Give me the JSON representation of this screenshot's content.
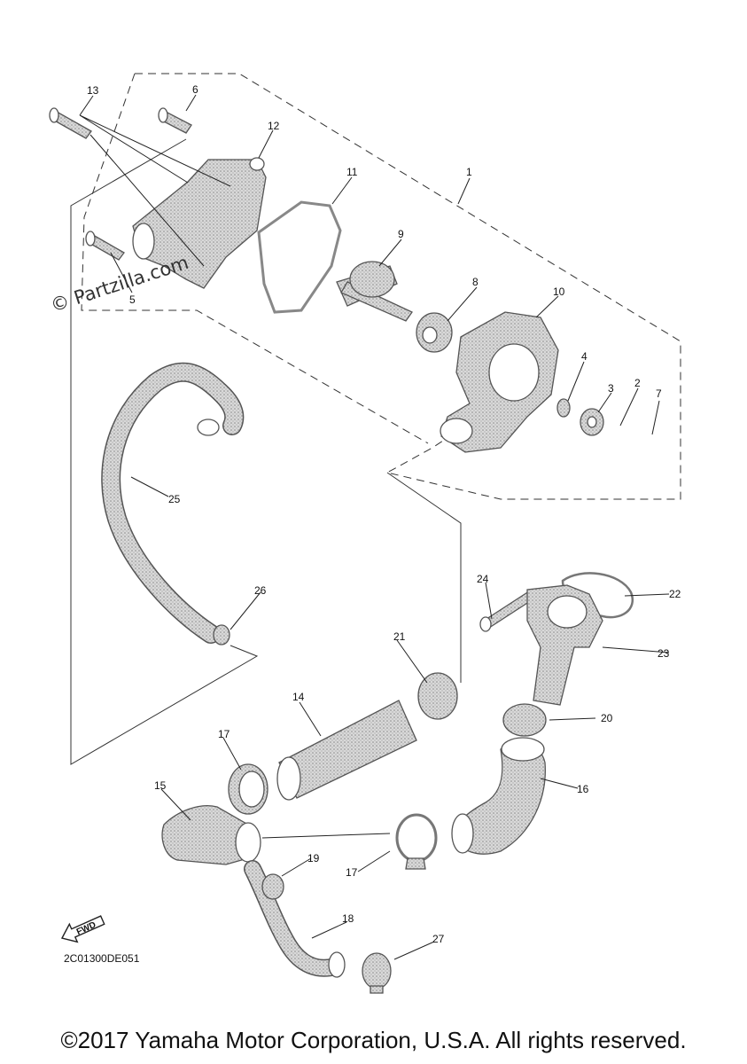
{
  "diagram": {
    "watermark": "© Partzilla.com",
    "figure_code": "2C01300DE051",
    "fwd_label": "FWD",
    "callouts": {
      "c1": "1",
      "c2": "2",
      "c3": "3",
      "c4": "4",
      "c5": "5",
      "c6": "6",
      "c7": "7",
      "c8": "8",
      "c9": "9",
      "c10": "10",
      "c11": "11",
      "c12": "12",
      "c13": "13",
      "c14": "14",
      "c15": "15",
      "c16": "16",
      "c17a": "17",
      "c17b": "17",
      "c18": "18",
      "c19": "19",
      "c20": "20",
      "c21": "21",
      "c22": "22",
      "c23": "23",
      "c24": "24",
      "c25": "25",
      "c26": "26",
      "c27": "27"
    }
  },
  "copyright": "©2017 Yamaha Motor Corporation, U.S.A. All rights reserved."
}
